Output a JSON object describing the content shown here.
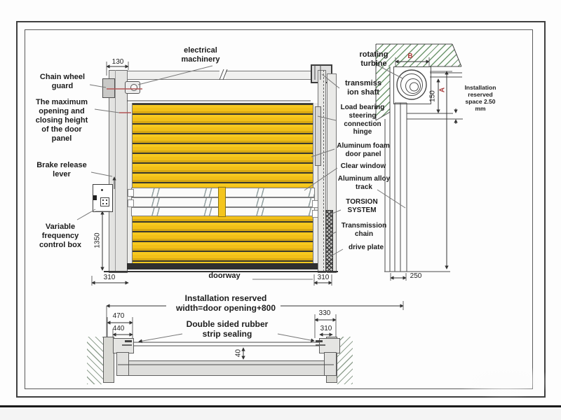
{
  "labels": {
    "electrical_machinery": "electrical\nmachinery",
    "chain_wheel_guard": "Chain wheel\nguard",
    "max_height": "The maximum\nopening and\nclosing height\nof the door\npanel",
    "brake_release": "Brake release\nlever",
    "control_box": "Variable\nfrequency\ncontrol box",
    "rotating_turbine": "rotating\nturbine",
    "transmission_shaft": "transmiss\nion shaft",
    "load_bearing_hinge": "Load bearing\nsteering\nconnection\nhinge",
    "aluminum_foam_panel": "Aluminum foam\ndoor panel",
    "clear_window": "Clear window",
    "aluminum_track": "Aluminum alloy\ntrack",
    "torsion_system": "TORSION\nSYSTEM",
    "transmission_chain": "Transmission\nchain",
    "drive_plate": "drive plate",
    "install_space": "Installation\nreserved\nspace 2.50\nmm",
    "doorway": "doorway",
    "install_width": "Installation reserved\nwidth=door opening+800",
    "rubber_seal": "Double sided rubber\nstrip sealing"
  },
  "dims": {
    "d130": "130",
    "d1350": "1350",
    "d310_left": "310",
    "d310_right": "310",
    "d250": "250",
    "d150": "150",
    "dA": "A",
    "dB": "B",
    "d40": "40",
    "d470": "470",
    "d440": "440",
    "d330": "330",
    "d310_plan": "310"
  },
  "colors": {
    "panel_yellow": "#f4c51d",
    "slat_shadow": "#d8a811",
    "hatch_green": "#76a076",
    "hatch_gray": "#8a988a",
    "dim_red": "#a93a3a",
    "line_dark": "#444444"
  }
}
